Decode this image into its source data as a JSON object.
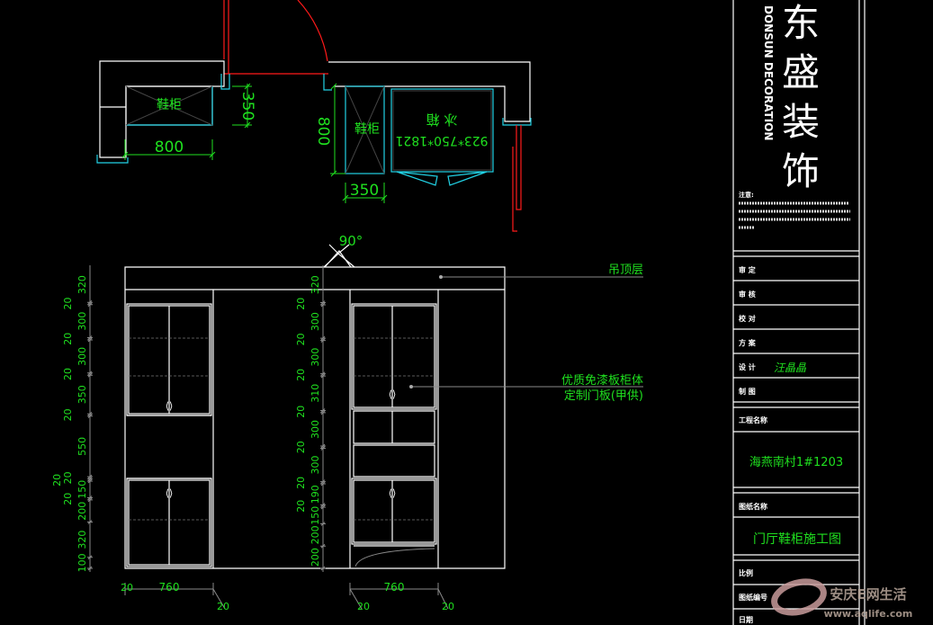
{
  "plan": {
    "shoe_cabinet_left": "鞋柜",
    "shoe_cabinet_right": "鞋柜",
    "fridge_label": "冰 箱",
    "fridge_size": "923*750*1821",
    "dim_left_width": "800",
    "dim_left_depth": "350",
    "dim_right_length": "800",
    "dim_right_depth": "350"
  },
  "elevation": {
    "angle": "90°",
    "ceiling_label": "吊顶层",
    "material_label_1": "优质免漆板柜体",
    "material_label_2": "定制门板(甲供)",
    "left_dims": [
      "320",
      "20",
      "300",
      "20",
      "300",
      "20",
      "350",
      "20",
      "550",
      "20",
      "20",
      "150",
      "20",
      "200",
      "320",
      "100"
    ],
    "right_dims": [
      "320",
      "20",
      "300",
      "20",
      "300",
      "20",
      "310",
      "20",
      "300",
      "20",
      "300",
      "20",
      "190",
      "20",
      "150",
      "200",
      "200"
    ],
    "bottom_left": [
      "20",
      "760",
      "20"
    ],
    "bottom_right": [
      "20",
      "760",
      "20"
    ]
  },
  "title_block": {
    "logo_cn": "东盛装饰",
    "logo_en": "DONSUN DECORATION",
    "note_title": "注意:",
    "rows": [
      "审 定",
      "审 核",
      "校 对",
      "方 案",
      "设 计",
      "制 图"
    ],
    "designer_signature": "汪晶晶",
    "project_label": "工程名称",
    "project_name": "海燕南村1#1203",
    "drawing_label": "图纸名称",
    "drawing_name": "门厅鞋柜施工图",
    "scale_label": "比例",
    "number_label": "图纸编号",
    "date_label": "日期"
  },
  "watermark": {
    "name": "安庆E网生活",
    "url": "www.aqlife.com"
  }
}
